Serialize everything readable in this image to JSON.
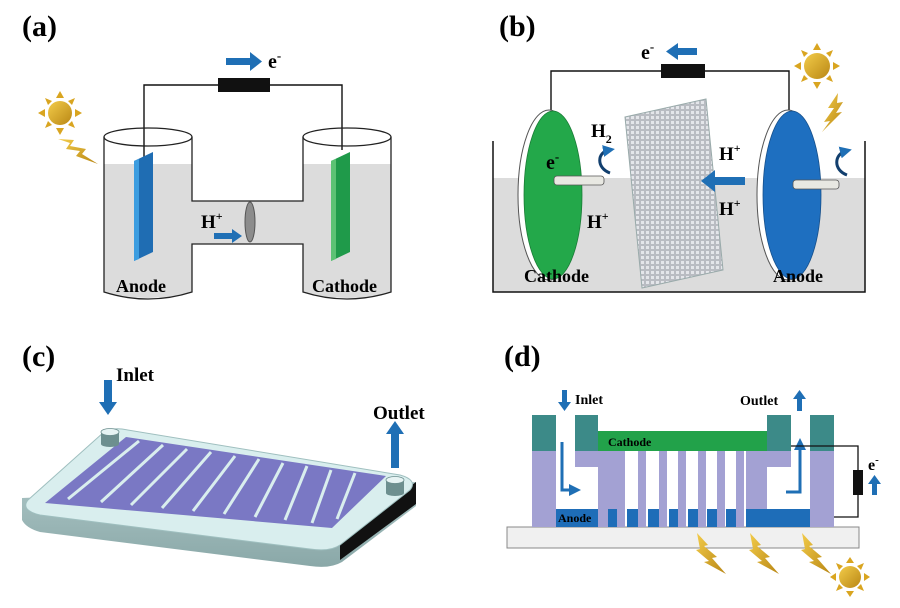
{
  "panels": {
    "a": {
      "label": "(a)",
      "electron": "e",
      "electron_sup": "-",
      "proton": "H",
      "proton_sup": "+",
      "anode": "Anode",
      "cathode": "Cathode"
    },
    "b": {
      "label": "(b)",
      "electron": "e",
      "electron_sup": "-",
      "cathode_electron": "e",
      "cathode_electron_sup": "-",
      "h2": "H",
      "h2_sub": "2",
      "proton_cathode": "H",
      "proton_cathode_sup": "+",
      "proton_top": "H",
      "proton_top_sup": "+",
      "proton_bottom": "H",
      "proton_bottom_sup": "+",
      "cathode": "Cathode",
      "anode": "Anode"
    },
    "c": {
      "label": "(c)",
      "inlet": "Inlet",
      "outlet": "Outlet"
    },
    "d": {
      "label": "(d)",
      "inlet": "Inlet",
      "outlet": "Outlet",
      "cathode": "Cathode",
      "anode": "Anode",
      "electron": "e",
      "electron_sup": "-"
    }
  },
  "colors": {
    "arrow_blue": "#1f6fb5",
    "anode_blue": "#1e6db8",
    "cathode_green": "#22a24a",
    "electrolyte_gray": "#dcdcdc",
    "sun_gold": "#d9a520",
    "teal": "#3c8a88",
    "lavender": "#a3a1d3",
    "channel_purple": "#7a78c4"
  }
}
